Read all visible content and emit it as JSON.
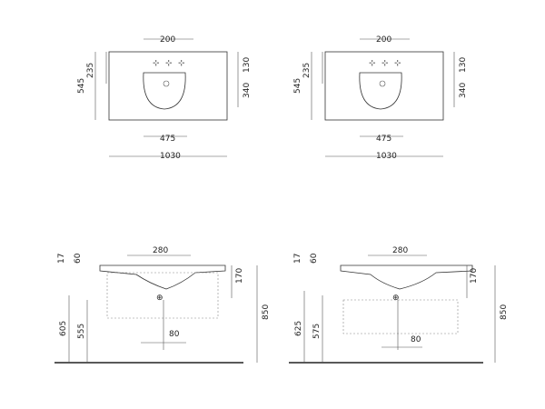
{
  "drawings": [
    {
      "view": "top",
      "dims": {
        "tap_spacing": "200",
        "depth": "545",
        "tap_to_back": "235",
        "front_offset": "130",
        "bowl_to_front": "340",
        "bowl_width": "475",
        "total_width": "1030"
      }
    },
    {
      "view": "top",
      "dims": {
        "tap_spacing": "200",
        "depth": "545",
        "tap_to_back": "235",
        "front_offset": "130",
        "bowl_to_front": "340",
        "bowl_width": "475",
        "total_width": "1030"
      }
    },
    {
      "view": "side",
      "dims": {
        "thickness": "17",
        "rim": "60",
        "tap_span": "280",
        "bowl_depth": "170",
        "floor_height": "850",
        "waste_height": "605",
        "trap_height": "555",
        "trap_offset": "80"
      }
    },
    {
      "view": "side",
      "dims": {
        "thickness": "17",
        "rim": "60",
        "tap_span": "280",
        "bowl_depth": "170",
        "floor_height": "850",
        "waste_height": "625",
        "trap_height": "575",
        "trap_offset": "80"
      }
    }
  ]
}
